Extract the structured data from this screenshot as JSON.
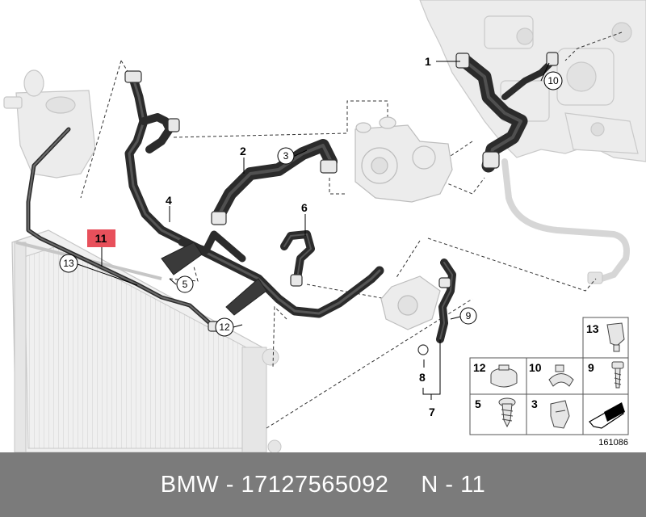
{
  "diagram": {
    "callouts": {
      "p1": "1",
      "p2": "2",
      "p3": "3",
      "p4": "4",
      "p5": "5",
      "p6": "6",
      "p7": "7",
      "p8": "8",
      "p9": "9",
      "p10": "10",
      "p11": "11",
      "p12": "12",
      "p13": "13"
    },
    "legend": {
      "l13": "13",
      "l12": "12",
      "l10": "10",
      "l9": "9",
      "l5": "5",
      "l3": "3"
    },
    "reference_number": "161086",
    "highlight_color": "#e8505b"
  },
  "footer": {
    "brand": "BMW",
    "separator": "-",
    "part_number": "17127565092",
    "position_label": "N - 11"
  }
}
